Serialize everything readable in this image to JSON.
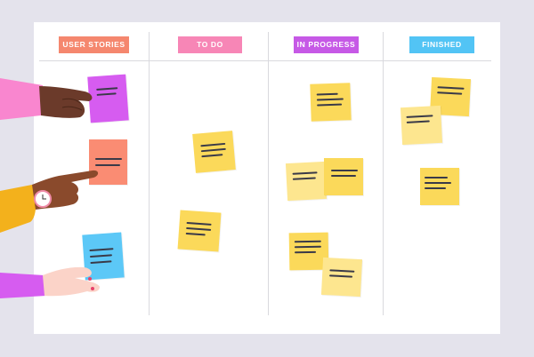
{
  "board": {
    "columns": [
      {
        "label": "USER STORIES",
        "color": "#f5876e"
      },
      {
        "label": "TO DO",
        "color": "#f786b6"
      },
      {
        "label": "IN PROGRESS",
        "color": "#c659e6"
      },
      {
        "label": "FINISHED",
        "color": "#52c4f5"
      }
    ]
  },
  "colors": {
    "sticky_yellow": "#fbd95a",
    "sticky_light_yellow": "#fde68f",
    "sticky_magenta": "#d65cf0",
    "sticky_salmon": "#fa8c73",
    "sticky_blue": "#5cc8f7"
  }
}
